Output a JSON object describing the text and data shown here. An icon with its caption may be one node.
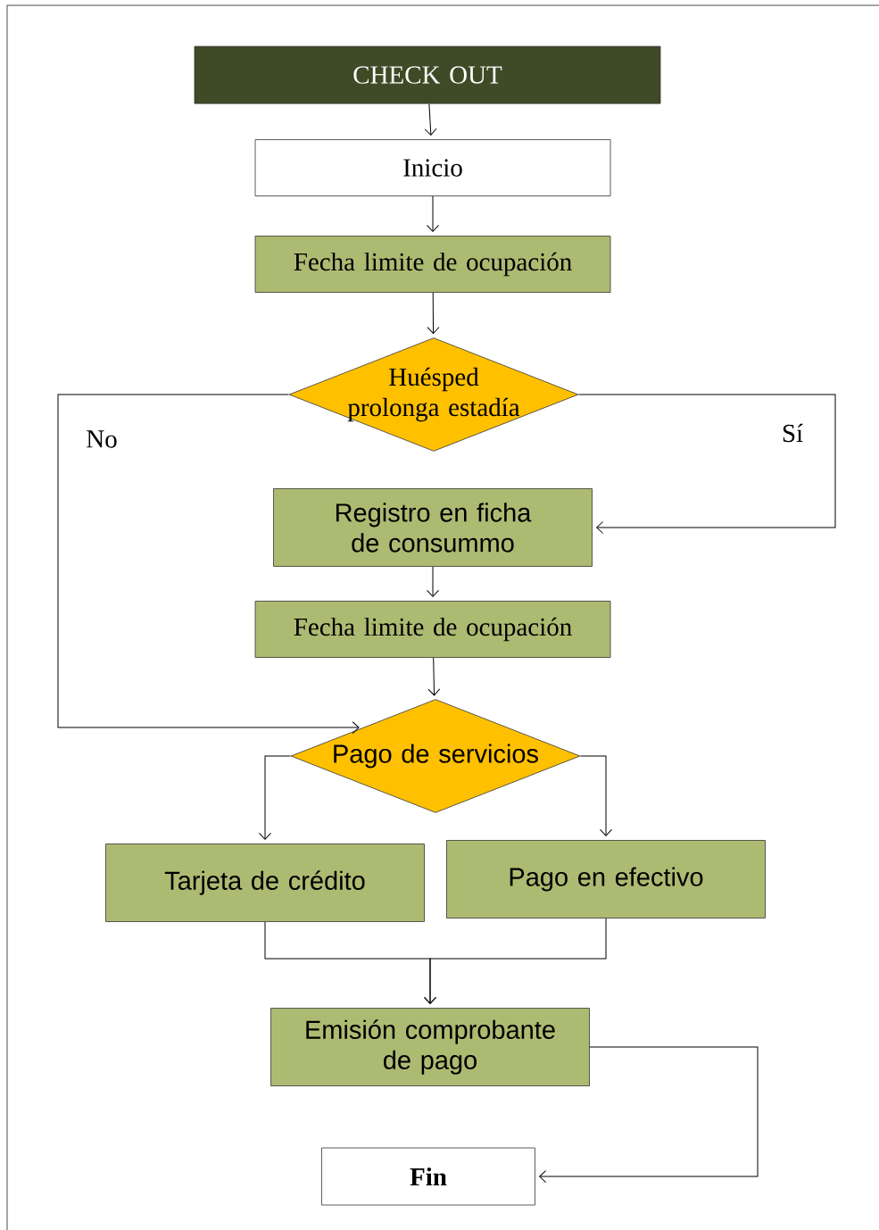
{
  "diagram": {
    "nodes": [
      {
        "text": [
          "CHECK OUT"
        ]
      },
      {
        "text": [
          "Inicio"
        ]
      },
      {
        "text": [
          "Fecha limite de ocupación"
        ]
      },
      {
        "text": [
          "Huésped prolonga estadía"
        ]
      },
      {
        "text": [
          "Registro en ficha de consummo"
        ]
      },
      {
        "text": [
          "Fecha limite de ocupación"
        ]
      },
      {
        "text": [
          "Pago de servicios"
        ]
      },
      {
        "text": [
          "Tarjeta de crédito"
        ]
      },
      {
        "text": [
          "Pago en efectivo"
        ]
      },
      {
        "text": [
          "Emisión comprobante de pago"
        ]
      },
      {
        "text": [
          "Fin"
        ]
      }
    ],
    "edges": [
      {
        "from": 0,
        "to": 1,
        "arrow": "to"
      },
      {
        "from": 1,
        "to": 2,
        "arrow": "to"
      },
      {
        "from": 2,
        "to": 3,
        "arrow": "to"
      },
      {
        "from": 3,
        "to": 4,
        "arrow": "to",
        "label": "Sí"
      },
      {
        "from": 4,
        "to": 5,
        "arrow": "to"
      },
      {
        "from": 5,
        "to": 6,
        "arrow": "to"
      },
      {
        "from": 3,
        "to": 6,
        "arrow": "to",
        "label": "No"
      },
      {
        "from": 6,
        "to": 7,
        "arrow": "to"
      },
      {
        "from": 6,
        "to": 8,
        "arrow": "to"
      },
      {
        "from": 7,
        "to": 9,
        "arrow": "to"
      },
      {
        "from": 8,
        "to": 9,
        "arrow": "to"
      },
      {
        "from": 9,
        "to": 10,
        "arrow": "to"
      }
    ]
  }
}
